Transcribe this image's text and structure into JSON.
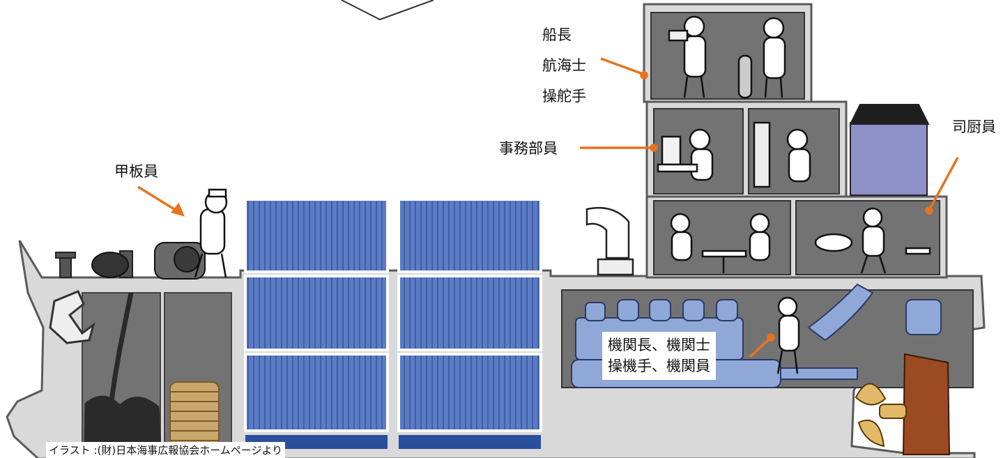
{
  "labels": {
    "captain": "船長",
    "navigator": "航海士",
    "helmsman": "操舵手",
    "purser": "事務部員",
    "cook": "司厨員",
    "deckhand": "甲板員",
    "engine_line1": "機関長、機関士",
    "engine_line2": "操機手、機関員"
  },
  "credit": "イラスト :(財)日本海事広報協会ホームページより",
  "colors": {
    "hull": "#d9d9d9",
    "hull_outline": "#5a5a5a",
    "room": "#737373",
    "container": "#5b7cc4",
    "container_rib": "#3f5ea6",
    "engine": "#8fa8d8",
    "chimney": "#9090c8",
    "rudder": "#9b4a22",
    "propeller": "#e2b969",
    "anchor_chain": "#2a2a2a",
    "rope": "#c9a66b",
    "arrow": "#e8731e"
  }
}
